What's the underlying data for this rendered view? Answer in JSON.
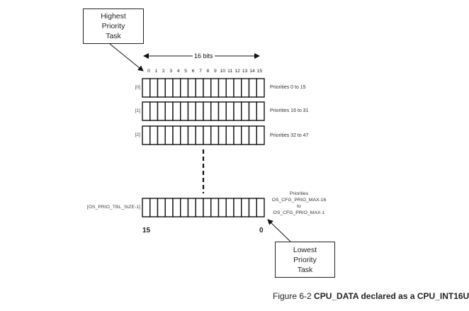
{
  "diagram": {
    "width_label": "16 bits",
    "bit_numbers": [
      "0",
      "1",
      "2",
      "3",
      "4",
      "5",
      "6",
      "7",
      "8",
      "9",
      "10",
      "11",
      "12",
      "13",
      "14",
      "15"
    ],
    "rows": [
      {
        "index_label": "[0]",
        "range_label": "Priorities 0 to 15"
      },
      {
        "index_label": "[1]",
        "range_label": "Priorities 16 to 31"
      },
      {
        "index_label": "[2]",
        "range_label": "Priorities 32 to 47"
      }
    ],
    "last_row": {
      "index_label": "[OS_PRIO_TBL_SIZE-1]",
      "range_lines": [
        "Priorities",
        "OS_CFG_PRIO_MAX-16",
        "to",
        "OS_CFG_PRIO_MAX-1"
      ]
    },
    "bits_per_row": 16,
    "bottom_left_label": "15",
    "bottom_right_label": "0",
    "highest_callout": [
      "Highest",
      "Priority",
      "Task"
    ],
    "lowest_callout": [
      "Lowest",
      "Priority",
      "Task"
    ]
  },
  "caption": {
    "prefix": "Figure 6-2 ",
    "bold": "CPU_DATA declared as a CPU_INT16U"
  }
}
